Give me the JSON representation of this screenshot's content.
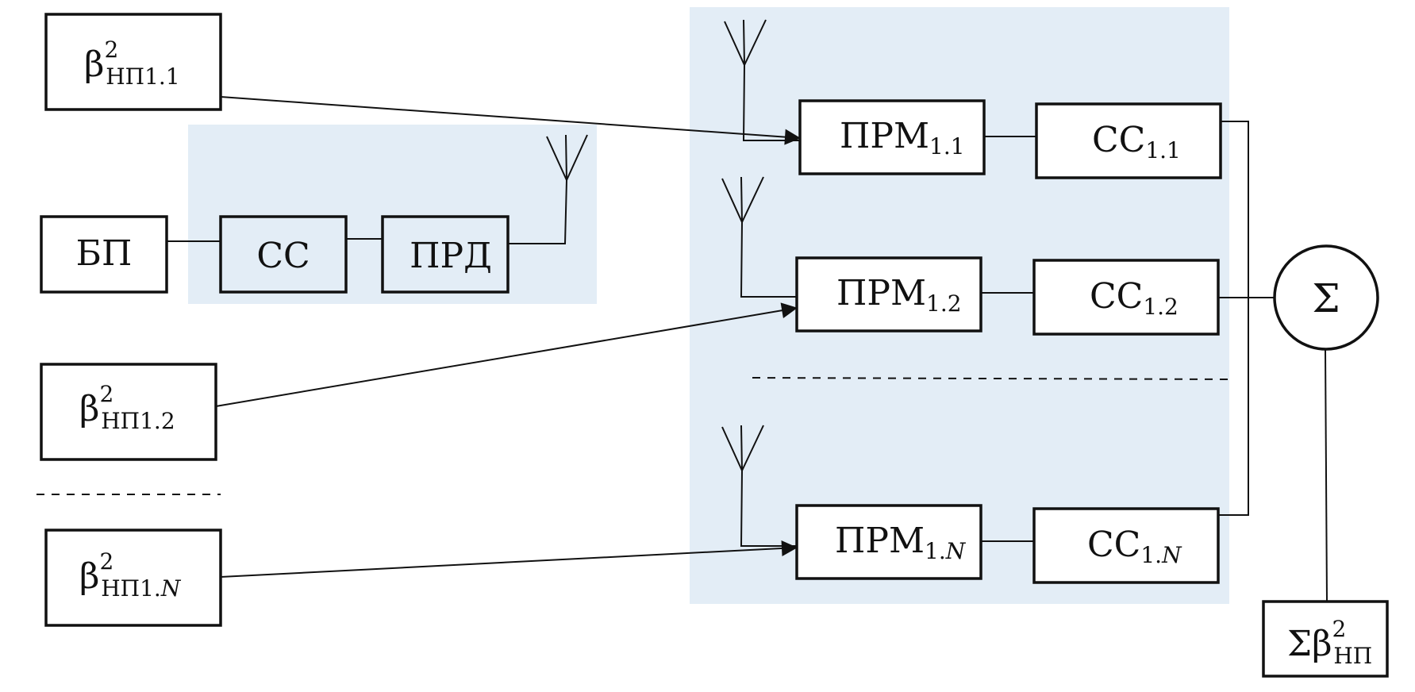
{
  "colors": {
    "panel": "#e3edf6",
    "ink": "#111111",
    "background": "#ffffff"
  },
  "transmitter": {
    "power_supply": "БП",
    "signal_system": "СС",
    "transmitter_unit": "ПРД"
  },
  "noise_sources": [
    {
      "base": "β",
      "sup": "2",
      "sub": "НП1.1",
      "sub_prefix": "",
      "sub_italic": ""
    },
    {
      "base": "β",
      "sup": "2",
      "sub": "НП1.2",
      "sub_prefix": "",
      "sub_italic": ""
    },
    {
      "base": "β",
      "sup": "2",
      "sub": "",
      "sub_prefix": "НП1.",
      "sub_italic": "N"
    }
  ],
  "receivers": [
    {
      "prm": "ПРМ",
      "prm_sub": "1.1",
      "prm_sub_prefix": "",
      "prm_sub_italic": "",
      "cc": "СС",
      "cc_sub": "1.1",
      "cc_sub_prefix": "",
      "cc_sub_italic": ""
    },
    {
      "prm": "ПРМ",
      "prm_sub": "1.2",
      "prm_sub_prefix": "",
      "prm_sub_italic": "",
      "cc": "СС",
      "cc_sub": "1.2",
      "cc_sub_prefix": "",
      "cc_sub_italic": ""
    },
    {
      "prm": "ПРМ",
      "prm_sub": "",
      "prm_sub_prefix": "1.",
      "prm_sub_italic": "N",
      "cc": "СС",
      "cc_sub": "",
      "cc_sub_prefix": "1.",
      "cc_sub_italic": "N"
    }
  ],
  "summator": {
    "symbol": "Σ"
  },
  "output": {
    "prefix": "Σβ",
    "sup": "2",
    "sub": "НП"
  },
  "icons": {
    "antenna": "antenna-icon",
    "arrow": "arrow-head"
  }
}
